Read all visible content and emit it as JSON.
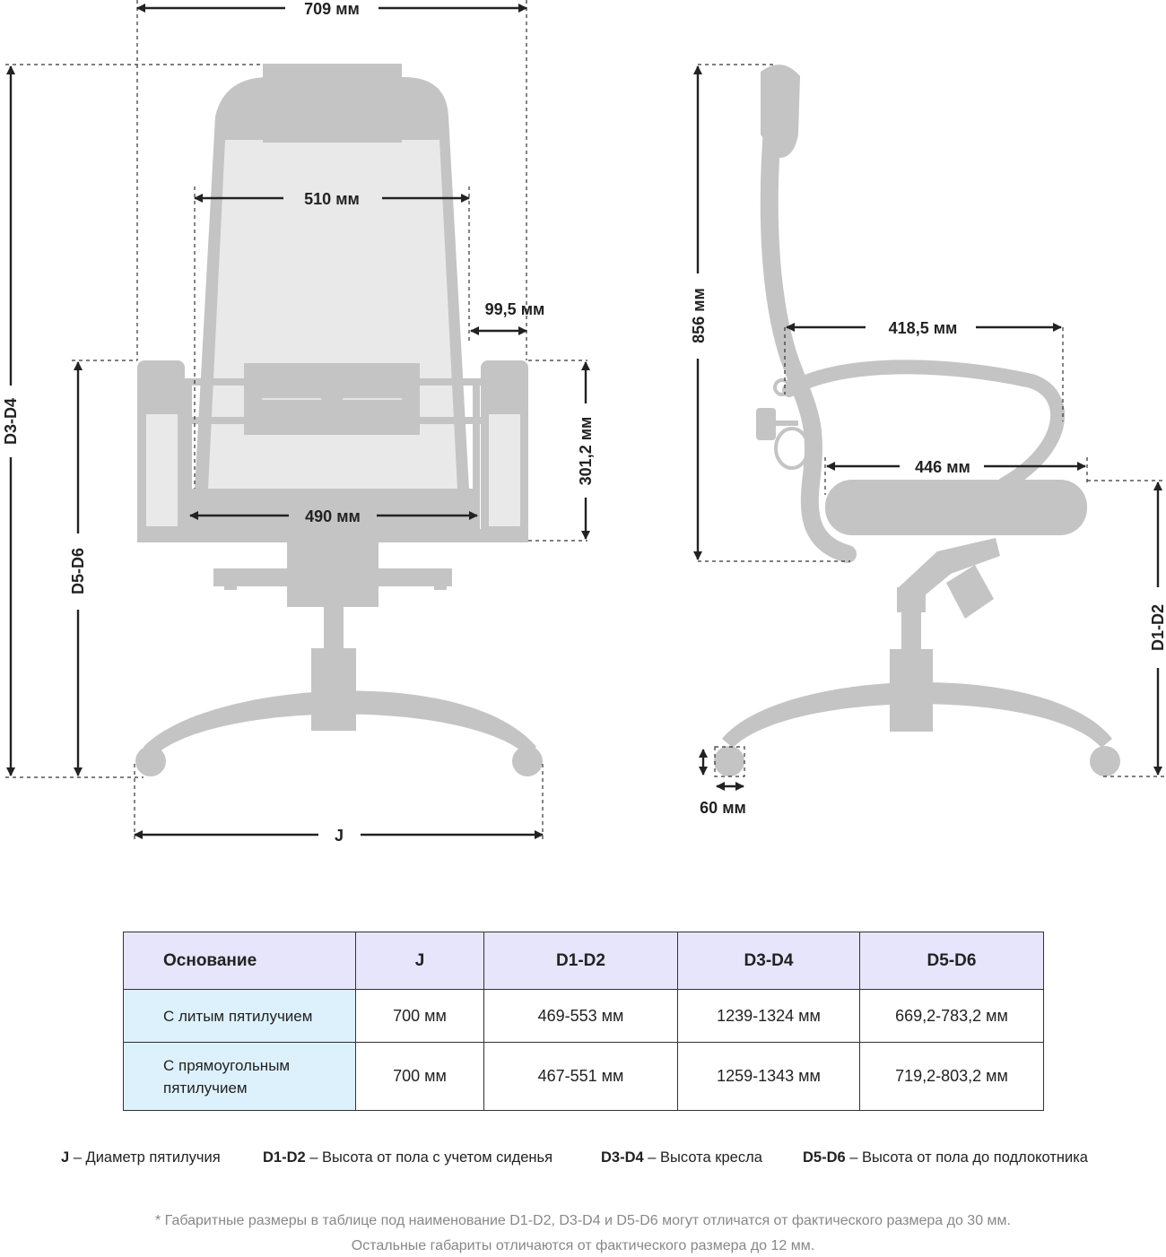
{
  "dimensions": {
    "overall_width": "709 мм",
    "back_width": "510 мм",
    "armrest_width": "99,5 мм",
    "armrest_height": "301,2 мм",
    "seat_width": "490 мм",
    "base_label": "J",
    "chair_height_label": "D3-D4",
    "armrest_floor_label": "D5-D6",
    "back_height": "856 мм",
    "armrest_depth": "418,5 мм",
    "seat_depth": "446 мм",
    "seat_floor_label": "D1-D2",
    "wheel": "60 мм"
  },
  "table": {
    "headers": [
      "Основание",
      "J",
      "D1-D2",
      "D3-D4",
      "D5-D6"
    ],
    "rows": [
      {
        "name_line1": "С литым пятилучием",
        "name_line2": "",
        "j": "700 мм",
        "d1d2": "469-553 мм",
        "d3d4": "1239-1324 мм",
        "d5d6": "669,2-783,2 мм"
      },
      {
        "name_line1": "С прямоугольным",
        "name_line2": "пятилучием",
        "j": "700 мм",
        "d1d2": "467-551 мм",
        "d3d4": "1259-1343 мм",
        "d5d6": "719,2-803,2 мм"
      }
    ]
  },
  "legend": [
    {
      "key": "J",
      "text": " – Диаметр пятилучия"
    },
    {
      "key": "D1-D2",
      "text": " – Высота от пола с учетом сиденья"
    },
    {
      "key": "D3-D4",
      "text": " – Высота кресла"
    },
    {
      "key": "D5-D6",
      "text": " – Высота от пола до подлокотника"
    }
  ],
  "notes": [
    "* Габаритные размеры в таблице под наименование D1-D2, D3-D4 и D5-D6 могут отличатся от фактического размера до 30 мм.",
    "Остальные габариты отличаются от фактического размера до 12 мм."
  ],
  "colors": {
    "chair": "#c4c4c4",
    "mesh": "#e9e9e9",
    "header_bg": "#e6e5fb",
    "first_col_bg": "#ddf1fc"
  }
}
